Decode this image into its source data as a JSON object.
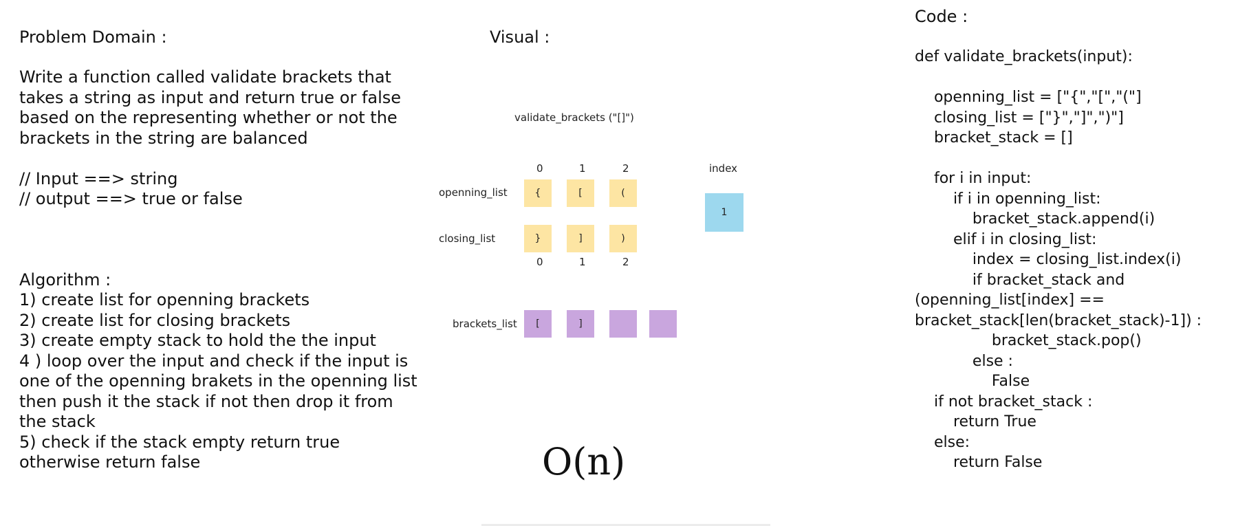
{
  "problem": {
    "heading": "Problem Domain :",
    "lines": [
      "Write a function called validate brackets that",
      "takes a string as input and return true or false",
      "based on the representing whether or not the",
      "brackets in the string are balanced",
      "",
      "// Input ==> string",
      "// output ==> true or false"
    ]
  },
  "algorithm": {
    "heading": "Algorithm :",
    "lines": [
      "1) create list for openning brackets",
      "2) create list for closing brackets",
      "3) create empty stack to hold the the input",
      "4 ) loop over the input and check if the input is",
      "one of the openning brakets in the openning list",
      "then push it the stack if not then drop it from",
      "the stack",
      "5) check if the stack empty return true",
      "otherwise return false"
    ]
  },
  "visual": {
    "heading": "Visual :",
    "call": "validate_brackets (\"[]\")",
    "top_indices": [
      "0",
      "1",
      "2"
    ],
    "bottom_indices": [
      "0",
      "1",
      "2"
    ],
    "openning_label": "openning_list",
    "openning_items": [
      "{",
      "[",
      "("
    ],
    "closing_label": "closing_list",
    "closing_items": [
      "}",
      "]",
      ")"
    ],
    "index_label": "index",
    "index_value": "1",
    "brackets_label": "brackets_list",
    "brackets_items": [
      "[",
      "]",
      "",
      ""
    ],
    "complexity": "O(n)",
    "colors": {
      "yellow": "#fde5a3",
      "purple": "#c9a6de",
      "blue": "#9dd8ee"
    }
  },
  "code": {
    "heading": "Code :",
    "lines": [
      "def validate_brackets(input):",
      "",
      "    openning_list = [\"{\",\"[\",\"(\"]",
      "    closing_list = [\"}\",\"]\",\")\"]",
      "    bracket_stack = []",
      "",
      "    for i in input:",
      "        if i in openning_list:",
      "            bracket_stack.append(i)",
      "        elif i in closing_list:",
      "            index = closing_list.index(i)",
      "            if bracket_stack and",
      "(openning_list[index] ==",
      "bracket_stack[len(bracket_stack)-1]) :",
      "                bracket_stack.pop()",
      "            else :",
      "                False",
      "    if not bracket_stack :",
      "        return True",
      "    else:",
      "        return False"
    ]
  }
}
